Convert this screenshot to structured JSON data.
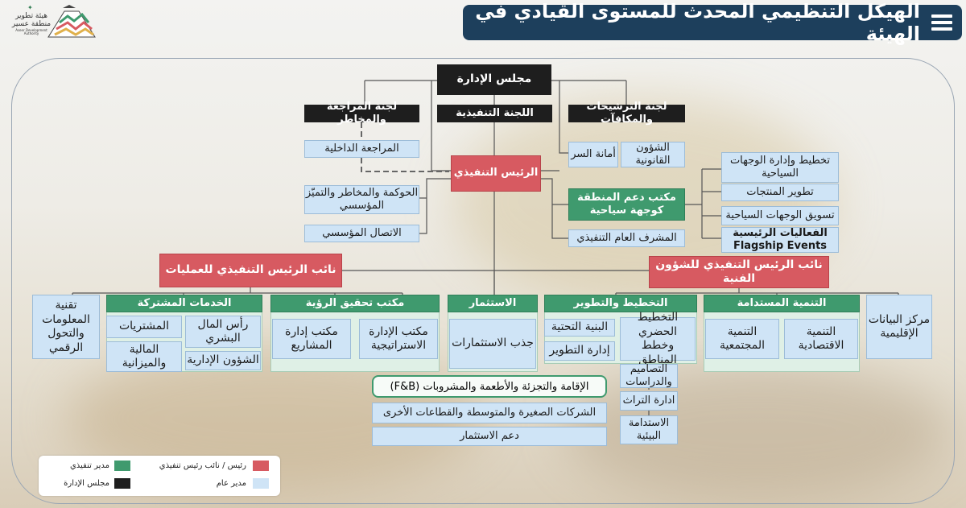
{
  "title": "الهيكل التنظيمي المحدث للمستوى القيادي في الهيئة",
  "logo": {
    "line1": "هيئة تطوير",
    "line2": "منطقة عسير",
    "line3": "Aseer Development Authority"
  },
  "colors": {
    "red": "#d75a61",
    "green": "#3f9a6e",
    "black": "#1e1e1e",
    "blue": "#cfe4f6",
    "title_bg": "#1d3f5c"
  },
  "board": "مجلس الإدارة",
  "committees": {
    "audit": "لجنة المراجعة والمخاطر",
    "executive": "اللجنة التنفيذية",
    "nominations": "لجنة الترشيحات والمكافآت"
  },
  "internal_audit": "المراجعة الداخلية",
  "secretary": "أمانة السر",
  "legal": "الشؤون القانونية",
  "ceo": "الرئيس التنفيذي",
  "governance": "الحوكمة والمخاطر والتميّز المؤسسي",
  "corp_comm": "الاتصال المؤسسي",
  "tourism_office": "مكتب دعم المنطقة كوجهة سياحية",
  "exec_gm": "المشرف العام التنفيذي",
  "tourism_items": [
    "تخطيط وإدارة الوجهات السياحية",
    "تطوير المنتجات",
    "تسويق الوجهات السياحية",
    "الفعاليات الرئيسية Flagship Events"
  ],
  "vp_ops": "نائب الرئيس التنفيذي للعمليات",
  "vp_tech": "نائب الرئيس التنفيذي للشؤون الفنية",
  "it": "تقنية المعلومات والتحول الرقمي",
  "shared": {
    "title": "الخدمات المشتركة",
    "items": [
      "رأس المال البشري",
      "المشتريات",
      "الشؤون الإدارية",
      "المالية والميزانية"
    ]
  },
  "vision": {
    "title": "مكتب تحقيق الرؤية",
    "items": [
      "مكتب الإدارة الاستراتيجية",
      "مكتب إدارة المشاريع"
    ]
  },
  "investment": {
    "title": "الاستثمار",
    "item": "جذب الاستثمارات"
  },
  "planning": {
    "title": "التخطيط والتطوير",
    "items": [
      "التخطيط الحضري وخطط المناطق",
      "البنية التحتية",
      "إدارة التطوير",
      "التصاميم والدراسات",
      "ادارة التراث",
      "الاستدامة البيئية"
    ]
  },
  "sustain": {
    "title": "التنمية المستدامة",
    "items": [
      "التنمية الاقتصادية",
      "التنمية المجتمعية"
    ]
  },
  "data_center": "مركز البيانات الإقليمية",
  "investment_extra": [
    "الإقامة والتجزئة والأطعمة والمشروبات (F&B)",
    "الشركات الصغيرة والمتوسطة والقطاعات الأخرى",
    "دعم الاستثمار"
  ],
  "legend": {
    "ceo": "رئيس / نائب رئيس تنفيذي",
    "exec_dir": "مدير تنفيذي",
    "gm": "مدير عام",
    "board": "مجلس الإدارة"
  }
}
